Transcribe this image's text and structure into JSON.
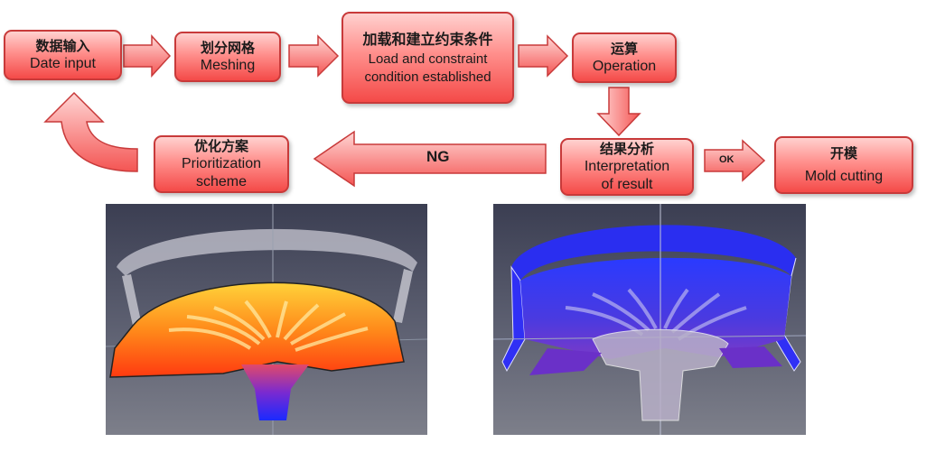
{
  "steps": {
    "data_input": {
      "cn": "数据输入",
      "en": "Date input"
    },
    "meshing": {
      "cn": "划分网格",
      "en": "Meshing"
    },
    "load_constraint": {
      "cn": "加载和建立约束条件",
      "en_line1": "Load and constraint",
      "en_line2": "condition established"
    },
    "operation": {
      "cn": "运算",
      "en": "Operation"
    },
    "interpretation": {
      "cn": "结果分析",
      "en_line1": "Interpretation",
      "en_line2": "of result"
    },
    "prioritization": {
      "cn": "优化方案",
      "en_line1": "Prioritization",
      "en_line2": "scheme"
    },
    "mold_cutting": {
      "cn": "开模",
      "en": "Mold cutting"
    }
  },
  "arrows": {
    "ng_label": "NG",
    "ok_label": "OK"
  },
  "colors": {
    "box_border": "#c83a3a",
    "box_fill_top": "#ffd1cf",
    "box_fill_bottom": "#f44a48",
    "arrow_fill": "#ff8a88"
  },
  "images": {
    "left": "Wheel cross-section stress simulation, warm red-yellow gradient",
    "right": "Wheel cross-section stress simulation, blue-purple gradient"
  }
}
